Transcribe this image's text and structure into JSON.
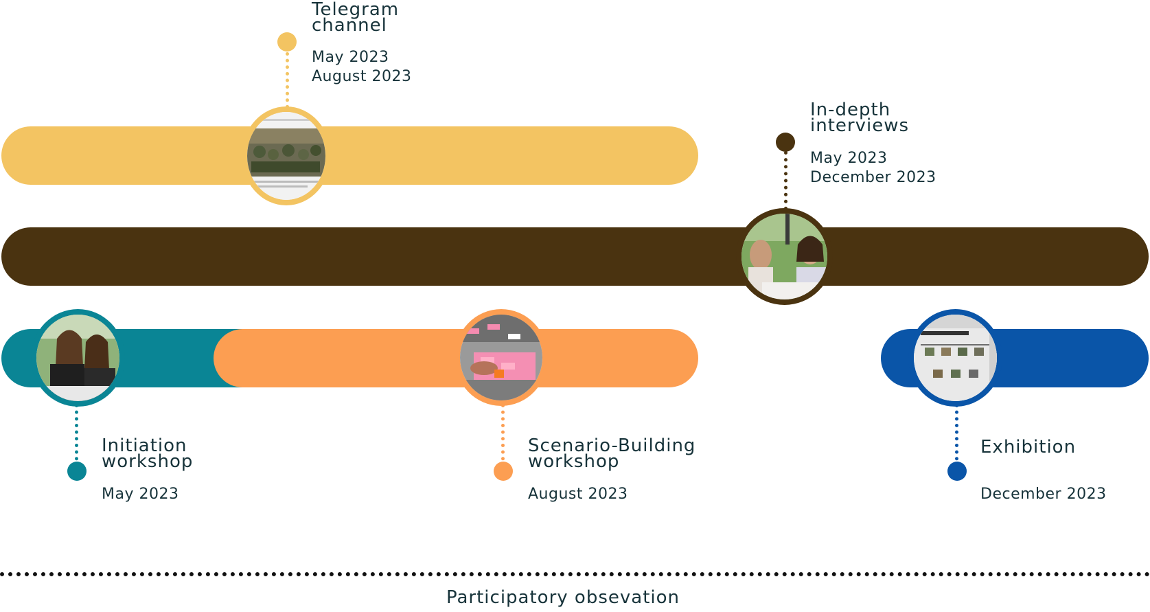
{
  "colors": {
    "telegram": "#F3C462",
    "interviews": "#4A3310",
    "initiation": "#0A8595",
    "scenario": "#FC9E52",
    "exhibition": "#0A55A8"
  },
  "events": {
    "telegram": {
      "title": "Telegram\nchannel",
      "date1": "May 2023",
      "date2": "August 2023"
    },
    "interviews": {
      "title": "In-depth\ninterviews",
      "date1": "May 2023",
      "date2": "December 2023"
    },
    "initiation": {
      "title": "Initiation\nworkshop",
      "date1": "May 2023"
    },
    "scenario": {
      "title": "Scenario-Building\nworkshop",
      "date1": "August 2023"
    },
    "exhibition": {
      "title": "Exhibition",
      "date1": "December 2023"
    }
  },
  "footer": {
    "label": "Participatory obsevation"
  }
}
